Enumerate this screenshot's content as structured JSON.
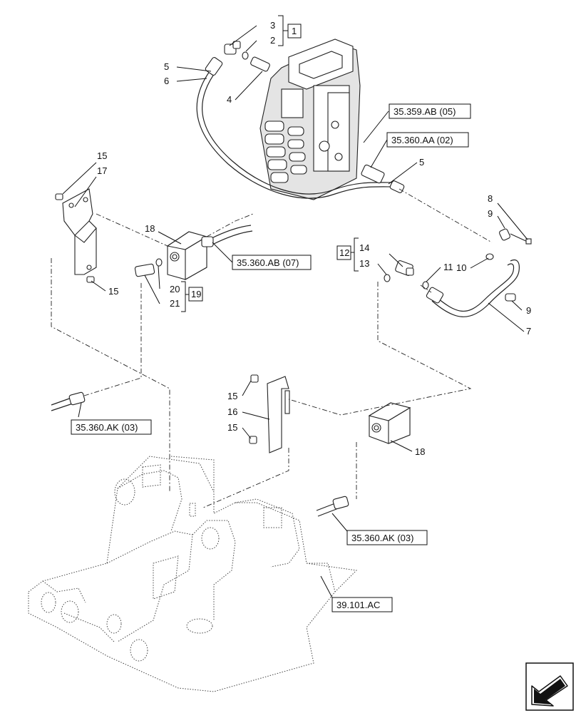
{
  "callouts": {
    "c1": "1",
    "c2": "2",
    "c3": "3",
    "c4": "4",
    "c5a": "5",
    "c5b": "5",
    "c6": "6",
    "c7": "7",
    "c8": "8",
    "c9a": "9",
    "c9b": "9",
    "c10": "10",
    "c11": "11",
    "c12": "12",
    "c13": "13",
    "c14": "14",
    "c15a": "15",
    "c15b": "15",
    "c15c": "15",
    "c15d": "15",
    "c16": "16",
    "c17": "17",
    "c18a": "18",
    "c18b": "18",
    "c19": "19",
    "c20": "20",
    "c21": "21"
  },
  "references": {
    "r1": "35.359.AB (05)",
    "r2": "35.360.AA (02)",
    "r3": "35.360.AB (07)",
    "r4": "35.360.AK (03)",
    "r5": "35.360.AK (03)",
    "r6": "39.101.AC"
  },
  "nav_icon": "arrow-navigation-icon"
}
